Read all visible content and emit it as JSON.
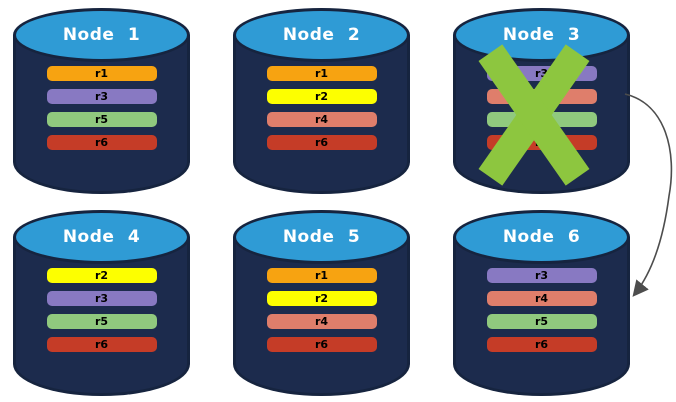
{
  "palette": {
    "cylinder_body": "#1C2B4D",
    "cylinder_top": "#2F9BD5",
    "cylinder_outline": "#16243F",
    "cross_color": "#8DC63F",
    "arrow_color": "#4D4D4D",
    "replica_colors": {
      "r1": "#F7A311",
      "r2": "#FDFF00",
      "r3": "#8879C2",
      "r4": "#DF7E6B",
      "r5": "#90C97E",
      "r6": "#C53C27"
    }
  },
  "nodes": [
    {
      "label": "Node 1",
      "failed": false,
      "replicas": [
        {
          "label": "r1",
          "color": "#F7A311"
        },
        {
          "label": "r3",
          "color": "#8879C2"
        },
        {
          "label": "r5",
          "color": "#90C97E"
        },
        {
          "label": "r6",
          "color": "#C53C27"
        }
      ]
    },
    {
      "label": "Node 2",
      "failed": false,
      "replicas": [
        {
          "label": "r1",
          "color": "#F7A311"
        },
        {
          "label": "r2",
          "color": "#FDFF00"
        },
        {
          "label": "r4",
          "color": "#DF7E6B"
        },
        {
          "label": "r6",
          "color": "#C53C27"
        }
      ]
    },
    {
      "label": "Node 3",
      "failed": true,
      "replicas": [
        {
          "label": "r3",
          "color": "#8879C2"
        },
        {
          "label": "r4",
          "color": "#DF7E6B"
        },
        {
          "label": "r5",
          "color": "#90C97E"
        },
        {
          "label": "r6",
          "color": "#C53C27"
        }
      ]
    },
    {
      "label": "Node 4",
      "failed": false,
      "replicas": [
        {
          "label": "r2",
          "color": "#FDFF00"
        },
        {
          "label": "r3",
          "color": "#8879C2"
        },
        {
          "label": "r5",
          "color": "#90C97E"
        },
        {
          "label": "r6",
          "color": "#C53C27"
        }
      ]
    },
    {
      "label": "Node 5",
      "failed": false,
      "replicas": [
        {
          "label": "r1",
          "color": "#F7A311"
        },
        {
          "label": "r2",
          "color": "#FDFF00"
        },
        {
          "label": "r4",
          "color": "#DF7E6B"
        },
        {
          "label": "r6",
          "color": "#C53C27"
        }
      ]
    },
    {
      "label": "Node 6",
      "failed": false,
      "replicas": [
        {
          "label": "r3",
          "color": "#8879C2"
        },
        {
          "label": "r4",
          "color": "#DF7E6B"
        },
        {
          "label": "r5",
          "color": "#90C97E"
        },
        {
          "label": "r6",
          "color": "#C53C27"
        }
      ]
    }
  ],
  "arrow": {
    "from": "Node 3",
    "to": "Node 6"
  }
}
